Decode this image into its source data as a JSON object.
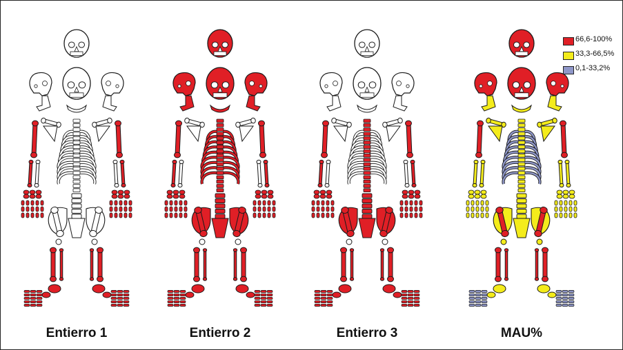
{
  "figure": {
    "panels": [
      {
        "caption": "Entierro 1",
        "colors": {
          "skull_front": "none",
          "skull_top": "none",
          "skull_side": "none",
          "mandible": "none",
          "clavicle": "none",
          "scapula": "none",
          "sternum": "none",
          "ribs": "none",
          "vertebrae": "none",
          "sacrum": "none",
          "pelvis": "none",
          "humerus": "red",
          "radius": "red",
          "ulna": "none",
          "hands": "red",
          "femur": "none",
          "patella": "none",
          "tibia": "red",
          "fibula": "red",
          "foot_tarsals": "red",
          "foot_phalanges": "red"
        }
      },
      {
        "caption": "Entierro 2",
        "colors": {
          "skull_front": "red",
          "skull_top": "red",
          "skull_side": "red",
          "mandible": "red",
          "clavicle": "none",
          "scapula": "none",
          "sternum": "red",
          "ribs": "red",
          "vertebrae": "red",
          "sacrum": "red",
          "pelvis": "red",
          "humerus": "red",
          "radius": "red",
          "ulna": "none",
          "hands": "red",
          "femur": "red",
          "patella": "none",
          "tibia": "red",
          "fibula": "red",
          "foot_tarsals": "red",
          "foot_phalanges": "red"
        }
      },
      {
        "caption": "Entierro 3",
        "colors": {
          "skull_front": "none",
          "skull_top": "none",
          "skull_side": "none",
          "mandible": "none",
          "clavicle": "none",
          "scapula": "none",
          "sternum": "none",
          "ribs": "none",
          "vertebrae": "red",
          "sacrum": "red",
          "pelvis": "red",
          "humerus": "red",
          "radius": "red",
          "ulna": "none",
          "hands": "red",
          "femur": "red",
          "patella": "none",
          "tibia": "red",
          "fibula": "red",
          "foot_tarsals": "red",
          "foot_phalanges": "red"
        }
      },
      {
        "caption": "MAU%",
        "colors": {
          "skull_front": "red",
          "skull_top": "red",
          "skull_side": "red",
          "mandible": "yellow",
          "clavicle": "yellow",
          "scapula": "yellow",
          "sternum": "blue",
          "ribs": "blue",
          "vertebrae": "yellow",
          "sacrum": "yellow",
          "pelvis": "yellow",
          "humerus": "red",
          "radius": "yellow",
          "ulna": "yellow",
          "hands": "yellow",
          "femur": "red",
          "patella": "yellow",
          "tibia": "red",
          "fibula": "red",
          "foot_tarsals": "yellow",
          "foot_phalanges": "blue"
        }
      }
    ]
  },
  "legend": {
    "items": [
      {
        "key": "red",
        "label": "66,6-100%"
      },
      {
        "key": "yellow",
        "label": "33,3-66,5%"
      },
      {
        "key": "blue",
        "label": "0,1-33,2%"
      }
    ]
  },
  "palette": {
    "red": "#e01f26",
    "yellow": "#f4ec1b",
    "blue": "#8f97c9",
    "none": "#ffffff",
    "outline": "#1a1a1a"
  }
}
